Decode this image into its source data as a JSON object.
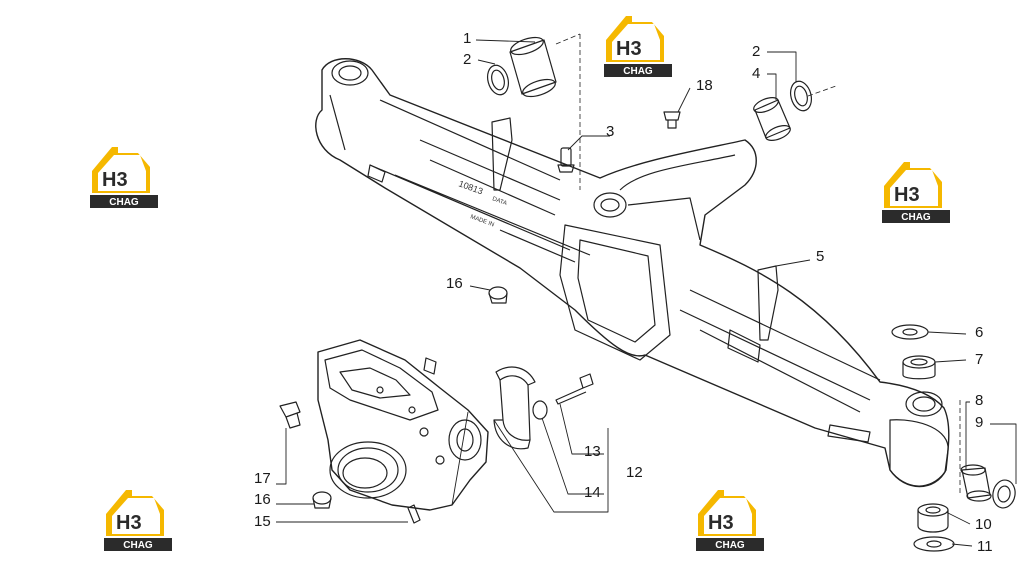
{
  "watermark": {
    "badge_text": "H3",
    "label_text": "CHAG",
    "accent_color": "#f5b800",
    "dark_color": "#2b2b2b"
  },
  "callouts": {
    "c1": "1",
    "c2a": "2",
    "c2b": "2",
    "c3": "3",
    "c4": "4",
    "c5": "5",
    "c6": "6",
    "c7": "7",
    "c8": "8",
    "c9": "9",
    "c10": "10",
    "c11": "11",
    "c12": "12",
    "c13": "13",
    "c14": "14",
    "c15": "15",
    "c16a": "16",
    "c16b": "16",
    "c17": "17",
    "c18": "18"
  }
}
